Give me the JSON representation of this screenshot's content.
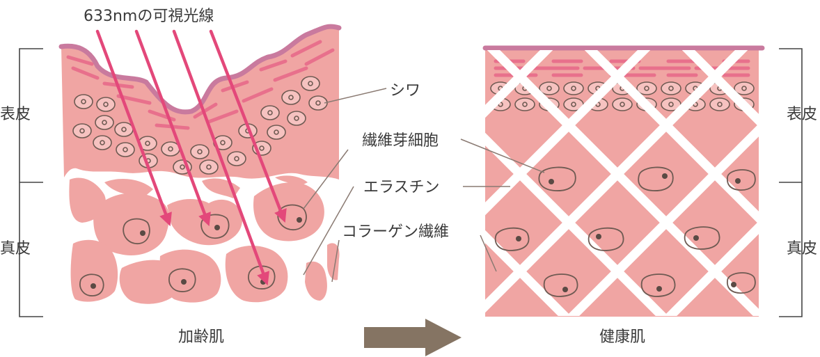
{
  "title_wavelength": "633nmの可視光線",
  "layers": {
    "epidermis": "表皮",
    "dermis": "真皮"
  },
  "callouts": {
    "wrinkle": "シワ",
    "fibroblast": "繊維芽細胞",
    "elastin": "エラスチン",
    "collagen": "コラーゲン繊維"
  },
  "panels": {
    "aged": "加齢肌",
    "healthy": "健康肌"
  },
  "colors": {
    "tissue": "#f0a5a3",
    "surface": "#c97a9e",
    "streak": "#e8708c",
    "light_arrow": "#e3487a",
    "cell_outline": "#6e5a52",
    "nucleus": "#5a4a44",
    "fiber": "#ffffff",
    "transition_arrow": "#857463",
    "bracket": "#444444"
  },
  "icons": {
    "transition": "right-arrow-icon",
    "light": "light-ray-arrow-icon"
  }
}
